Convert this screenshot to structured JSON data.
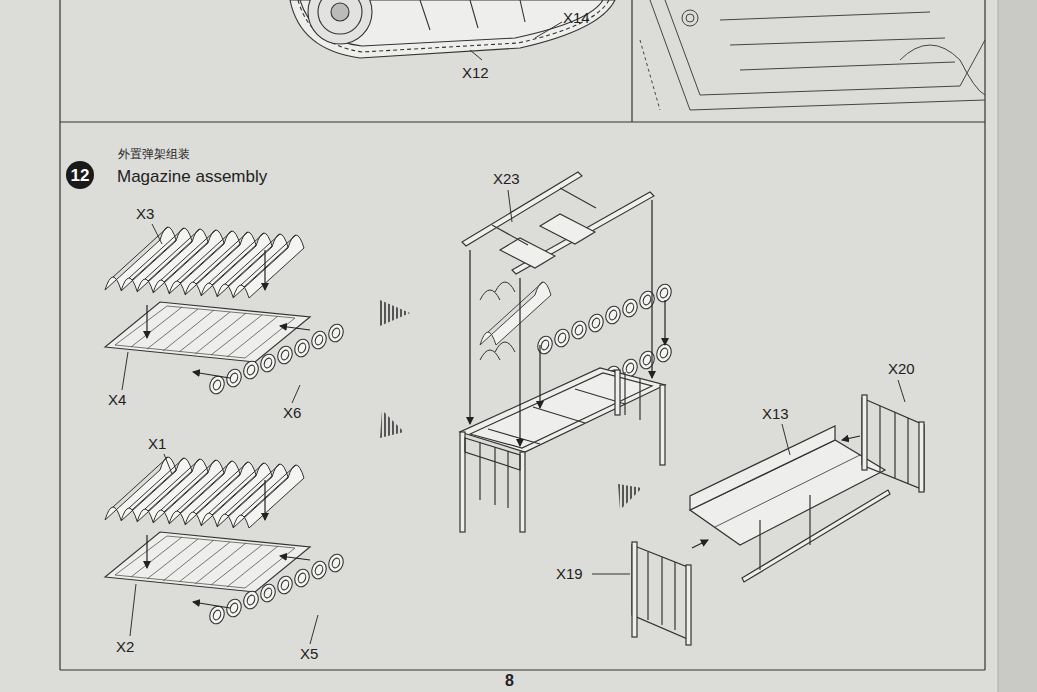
{
  "diagram": {
    "nodes": [
      {
        "text": [
          "12"
        ]
      }
    ],
    "labels": [
      "X14",
      "X12",
      "外置弹架组装",
      "Magazine assembly",
      "X3",
      "X4",
      "X6",
      "X1",
      "X2",
      "X5",
      "X23",
      "X20",
      "X13",
      "X19",
      "8"
    ]
  }
}
